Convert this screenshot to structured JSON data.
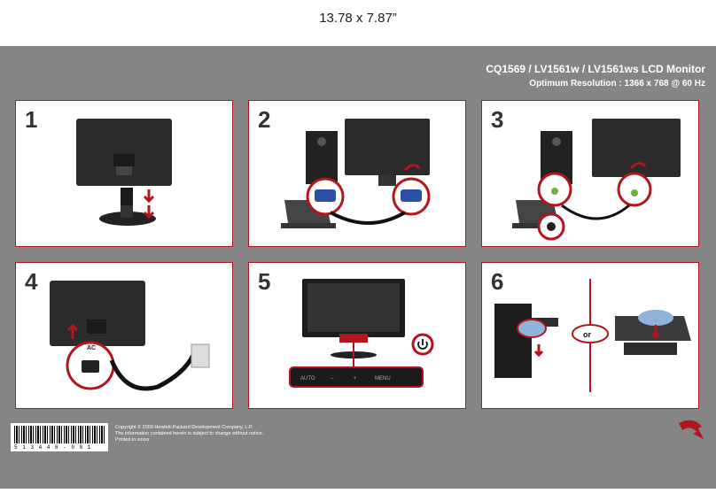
{
  "size_label": "13.78 x 7.87”",
  "header": {
    "title": "CQ1569 / LV1561w / LV1561ws LCD Monitor",
    "subtitle": "Optimum Resolution : 1366 x 768 @ 60 Hz"
  },
  "steps": [
    {
      "number": "1"
    },
    {
      "number": "2"
    },
    {
      "number": "3"
    },
    {
      "number": "4",
      "ac_label": "AC"
    },
    {
      "number": "5",
      "buttons": [
        "AUTO",
        "–",
        "+",
        "MENU"
      ]
    },
    {
      "number": "6",
      "or_label": "or"
    }
  ],
  "footer": {
    "barcode_number": "5 1 3 4 4 6 - 0 0 1",
    "copyright": "Copyright © 2009 Hewlett-Packard Development Company, L.P.",
    "notice": "The information contained herein is subject to change without notice.",
    "printed": "Printed in xxxxx"
  },
  "colors": {
    "accent": "#b4141e",
    "panel": "#858585",
    "monitor": "#2b2b2b"
  }
}
